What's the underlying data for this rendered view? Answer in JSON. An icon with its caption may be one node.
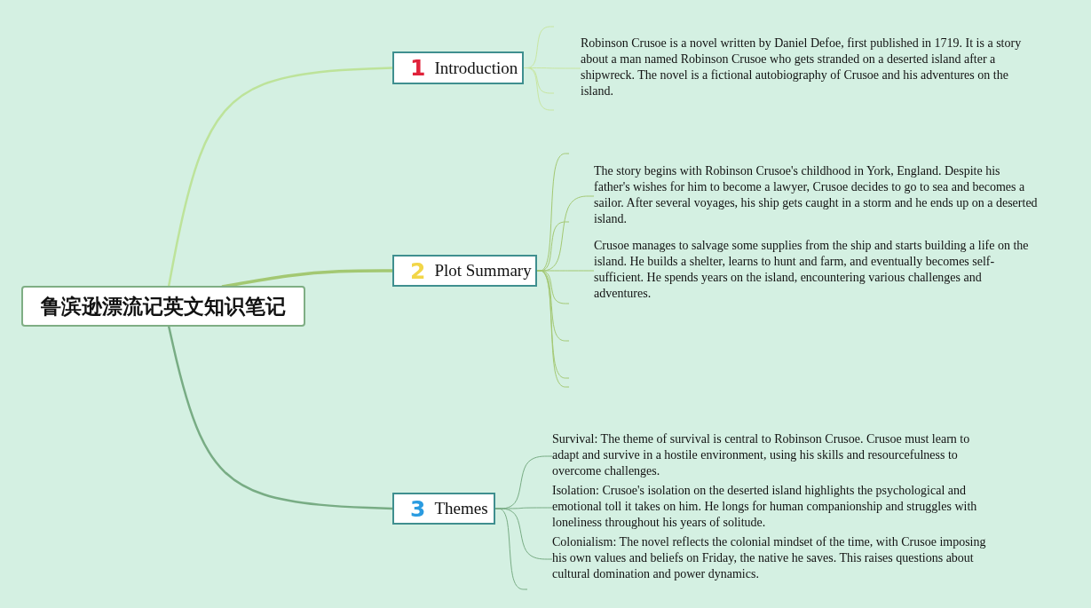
{
  "diagram": {
    "nodes": [
      {
        "text": [
          "鲁滨逊漂流记英文知识笔记"
        ]
      },
      {
        "text": [
          "1",
          "Introduction"
        ]
      },
      {
        "text": [
          "Robinson Crusoe is a novel written by Daniel Defoe, first published in 1719. It is a story about a man named Robinson Crusoe who gets stranded on a deserted island after a shipwreck. The novel is a fictional autobiography of Crusoe and his adventures on the island."
        ]
      },
      {
        "text": [
          "2",
          "Plot Summary"
        ]
      },
      {
        "text": [
          "The story begins with Robinson Crusoe's childhood in York, England. Despite his father's wishes for him to become a lawyer, Crusoe decides to go to sea and becomes a sailor. After several voyages, his ship gets caught in a storm and he ends up on a deserted island."
        ]
      },
      {
        "text": [
          "Crusoe manages to salvage some supplies from the ship and starts building a life on the island. He builds a shelter, learns to hunt and farm, and eventually becomes self-sufficient. He spends years on the island, encountering various challenges and adventures."
        ]
      },
      {
        "text": [
          "3",
          "Themes"
        ]
      },
      {
        "text": [
          "Survival: The theme of survival is central to Robinson Crusoe. Crusoe must learn to adapt and survive in a hostile environment, using his skills and resourcefulness to overcome challenges."
        ]
      },
      {
        "text": [
          "Isolation: Crusoe's isolation on the deserted island highlights the psychological and emotional toll it takes on him. He longs for human companionship and struggles with loneliness throughout his years of solitude."
        ]
      },
      {
        "text": [
          "Colonialism: The novel reflects the colonial mindset of the time, with Crusoe imposing his own values and beliefs on Friday, the native he saves. This raises questions about cultural domination and power dynamics."
        ]
      }
    ],
    "edges": [
      {
        "from": 0,
        "to": 1,
        "arrow": "none",
        "color": "#bde39a"
      },
      {
        "from": 0,
        "to": 3,
        "arrow": "none",
        "style": "thick",
        "color": "#a3c872"
      },
      {
        "from": 0,
        "to": 6,
        "arrow": "none",
        "color": "#78ac84"
      },
      {
        "from": 1,
        "to": null,
        "arrow": "none",
        "color": "#c8e6a0"
      },
      {
        "from": 1,
        "to": 2,
        "arrow": "none",
        "color": "#c8e6a0"
      },
      {
        "from": 1,
        "to": null,
        "arrow": "none",
        "color": "#c8e6a0"
      },
      {
        "from": 1,
        "to": null,
        "arrow": "none",
        "color": "#c8e6a0"
      },
      {
        "from": 3,
        "to": null,
        "arrow": "none",
        "color": "#a3c872"
      },
      {
        "from": 3,
        "to": 4,
        "arrow": "none",
        "color": "#a3c872"
      },
      {
        "from": 3,
        "to": null,
        "arrow": "none",
        "color": "#a3c872"
      },
      {
        "from": 3,
        "to": 5,
        "arrow": "none",
        "color": "#a3c872"
      },
      {
        "from": 3,
        "to": null,
        "arrow": "none",
        "color": "#a3c872"
      },
      {
        "from": 3,
        "to": null,
        "arrow": "none",
        "color": "#a3c872"
      },
      {
        "from": 3,
        "to": null,
        "arrow": "none",
        "color": "#a3c872"
      },
      {
        "from": 3,
        "to": null,
        "arrow": "none",
        "color": "#a3c872"
      },
      {
        "from": 6,
        "to": 7,
        "arrow": "none",
        "color": "#78ac84"
      },
      {
        "from": 6,
        "to": 8,
        "arrow": "none",
        "color": "#78ac84"
      },
      {
        "from": 6,
        "to": 9,
        "arrow": "none",
        "color": "#78ac84"
      },
      {
        "from": 6,
        "to": null,
        "arrow": "none",
        "color": "#78ac84"
      }
    ]
  }
}
